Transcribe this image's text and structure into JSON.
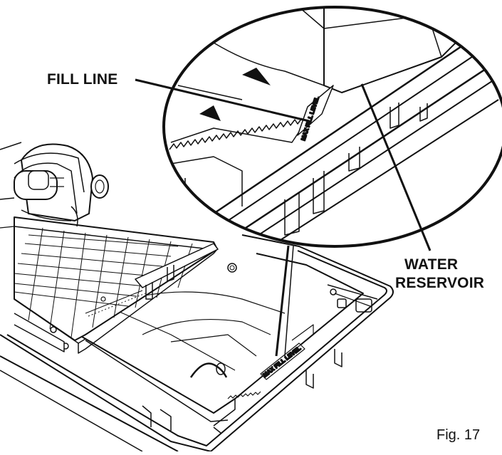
{
  "callouts": {
    "fill_line": "FILL LINE",
    "water_line1": "WATER",
    "water_line2": "RESERVOIR"
  },
  "tray_labels": {
    "zoom": "MAX FILL LEVEL",
    "tray": "MAX FILL LEVEL"
  },
  "figure_label": "Fig. 17",
  "colors": {
    "ink": "#111111",
    "paper": "#ffffff"
  }
}
